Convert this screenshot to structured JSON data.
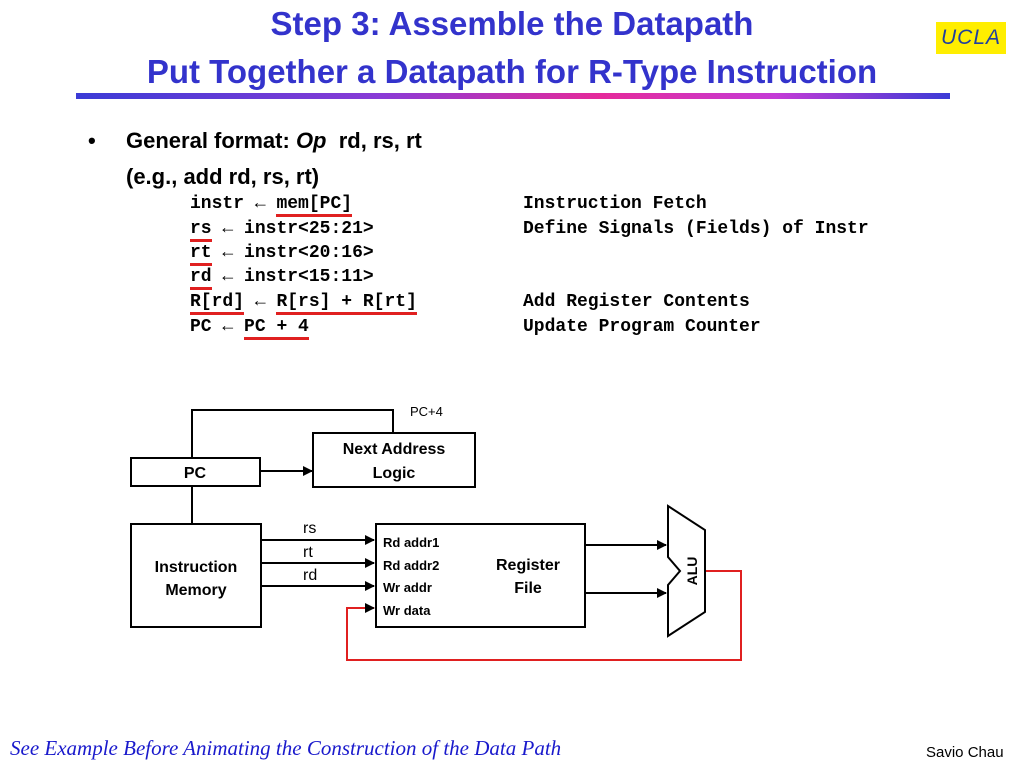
{
  "title": {
    "line1": "Step 3: Assemble the Datapath",
    "line2": "Put Together a Datapath for R-Type Instruction"
  },
  "logo": {
    "text": "UCLA"
  },
  "bullet": {
    "symbol": "•",
    "general_prefix": "General format: ",
    "general_op": "Op",
    "general_args": "rd, rs, rt",
    "example": "(e.g., add  rd, rs, rt)"
  },
  "code": [
    {
      "lhs": "instr",
      "arrow": "←",
      "rhs_pre": "",
      "rhs_ul": "mem[PC]",
      "comment": "Instruction Fetch"
    },
    {
      "lhs": "rs",
      "arrow": "←",
      "rhs_pre": "instr<25:21>",
      "rhs_ul": "",
      "comment": "Define Signals (Fields) of Instr"
    },
    {
      "lhs": "rt",
      "arrow": "←",
      "rhs_pre": "instr<20:16>",
      "rhs_ul": "",
      "comment": ""
    },
    {
      "lhs": "rd",
      "arrow": "←",
      "rhs_pre": "instr<15:11>",
      "rhs_ul": "",
      "comment": ""
    },
    {
      "lhs": "R[rd]",
      "arrow": "←",
      "rhs_pre": "R[rs] + R[rt]",
      "rhs_ul": "",
      "comment": "Add Register Contents"
    },
    {
      "lhs": "PC",
      "arrow": "←",
      "rhs_pre": "",
      "rhs_ul": "PC + 4",
      "comment": "Update Program Counter"
    }
  ],
  "diagram": {
    "pc_label": "PC",
    "next_addr_line1": "Next Address",
    "next_addr_line2": "Logic",
    "pc4_label": "PC+4",
    "imem_line1": "Instruction",
    "imem_line2": "Memory",
    "field_rs": "rs",
    "field_rt": "rt",
    "field_rd": "rd",
    "rf_port1": "Rd addr1",
    "rf_port2": "Rd addr2",
    "rf_port3": "Wr addr",
    "rf_port4": "Wr data",
    "rf_line1": "Register",
    "rf_line2": "File",
    "alu_label": "ALU",
    "colors": {
      "line": "#000000",
      "highlight": "#e02020"
    }
  },
  "footer": {
    "note": "See Example Before Animating the Construction of the Data Path",
    "author": "Savio Chau"
  }
}
